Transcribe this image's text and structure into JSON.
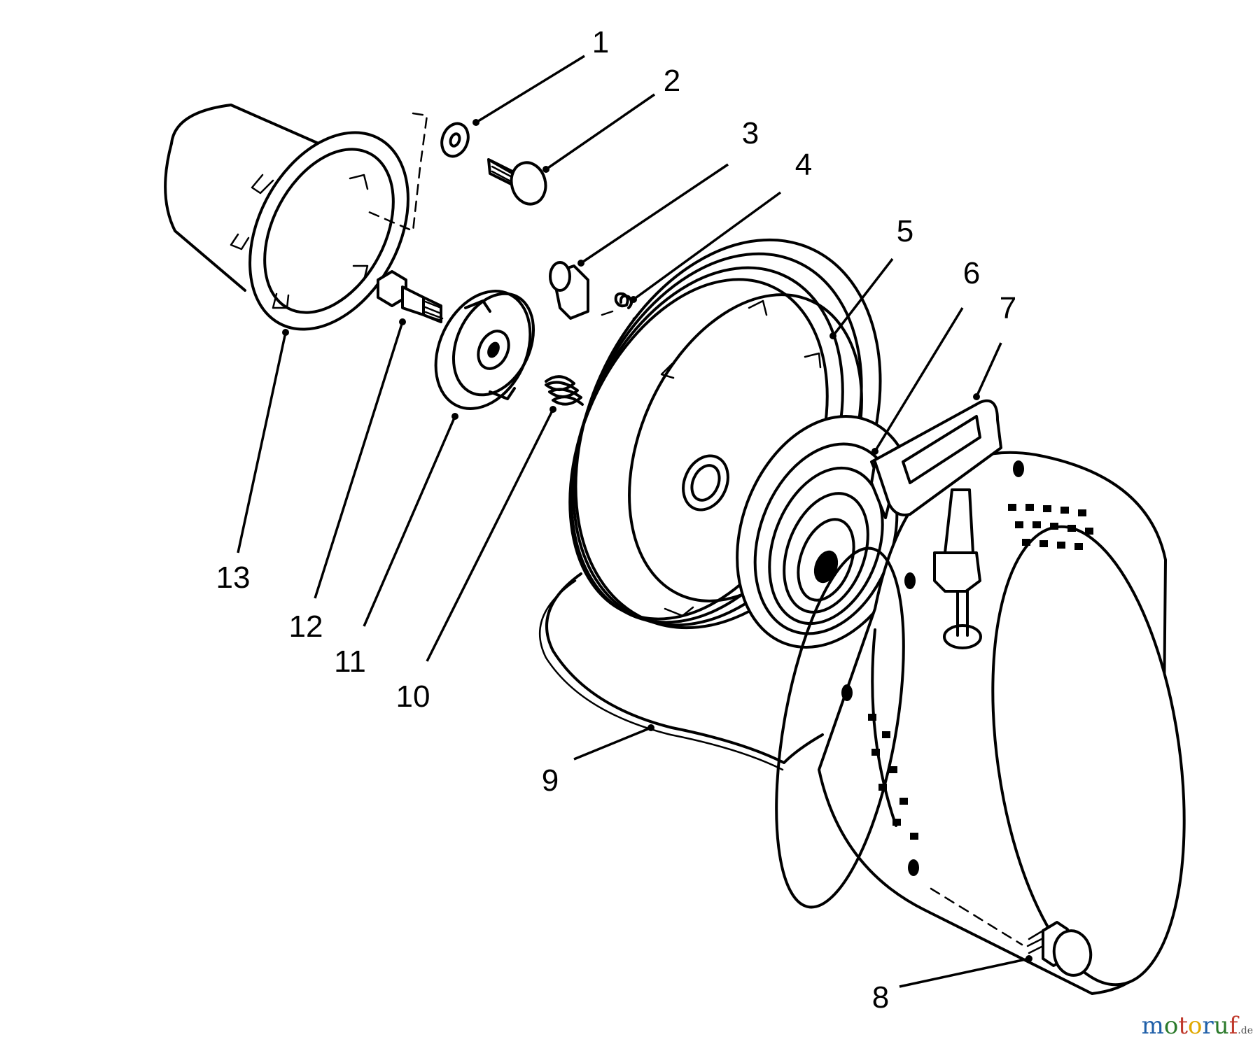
{
  "callouts": [
    "1",
    "2",
    "3",
    "4",
    "5",
    "6",
    "7",
    "8",
    "9",
    "10",
    "11",
    "12",
    "13"
  ],
  "watermark": {
    "letters": [
      "m",
      "o",
      "t",
      "o",
      "r",
      "u",
      "f"
    ],
    "letter_colors": [
      "#1f5fa8",
      "#2b7a2b",
      "#c0392b",
      "#e0a800",
      "#1f5fa8",
      "#2b7a2b",
      "#c0392b"
    ],
    "tld": ".de"
  },
  "colors": {
    "ink": "#000000",
    "paper": "#ffffff"
  }
}
